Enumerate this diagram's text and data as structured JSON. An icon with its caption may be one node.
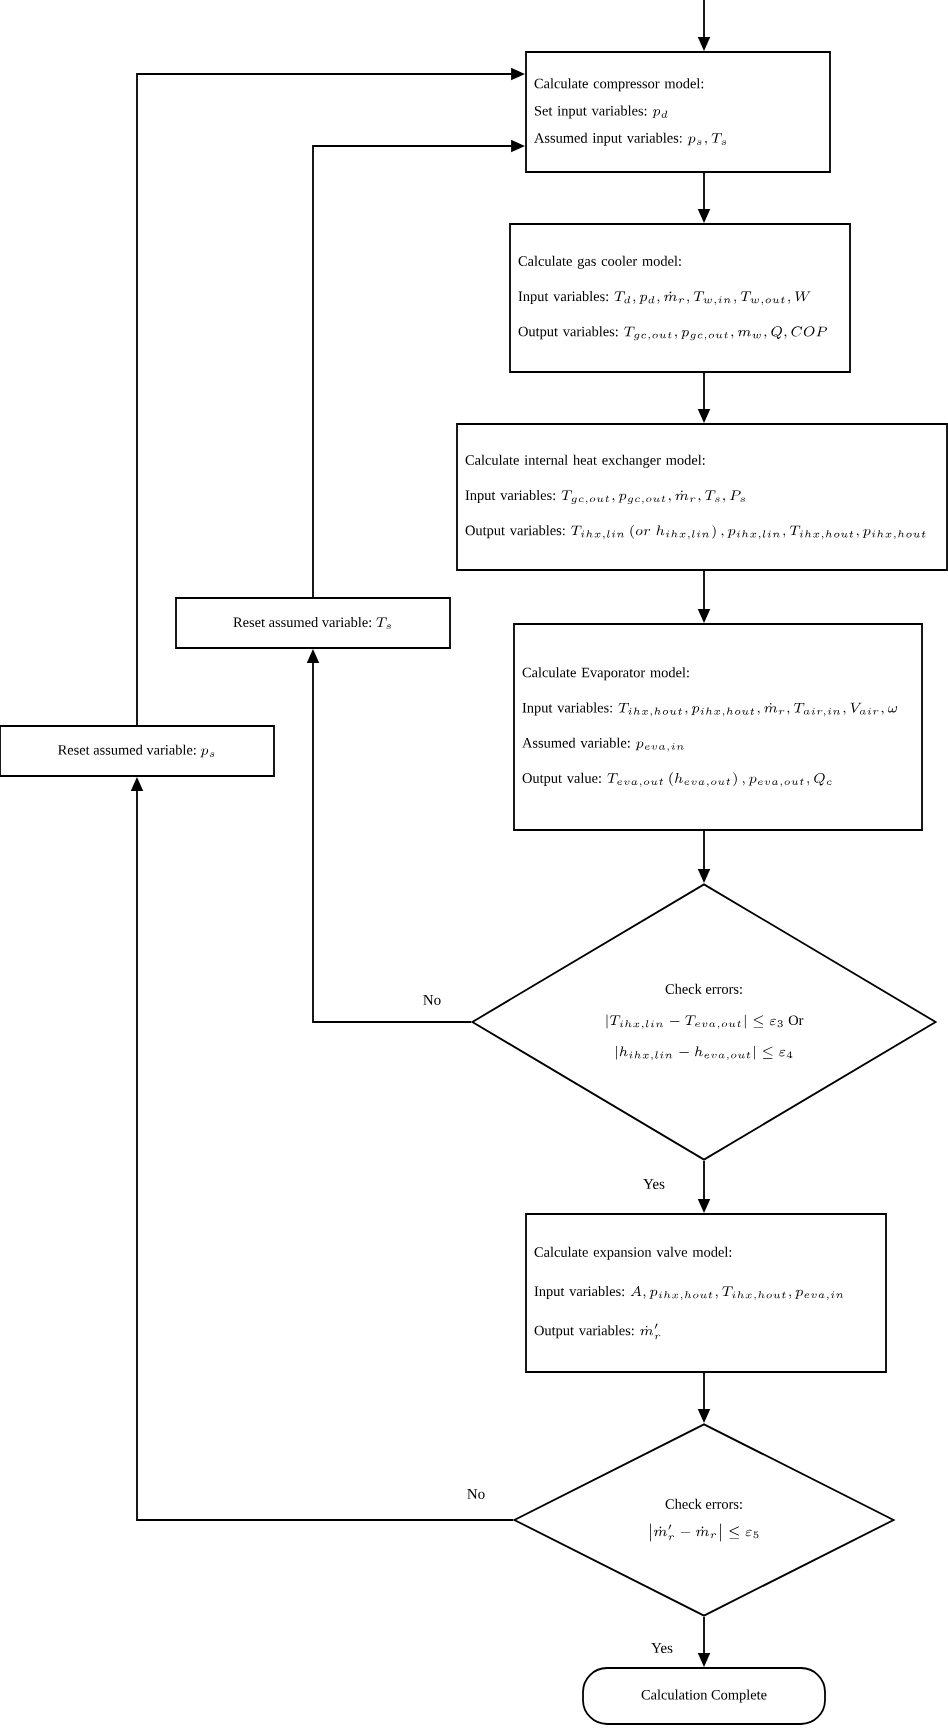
{
  "diagram": {
    "nodes": [
      {
        "text": [
          "Calculate compressor model:",
          "Set input variables:",
          "p_d",
          "Assumed input variables:",
          "p_s ,T_s"
        ]
      },
      {
        "text": [
          "Calculate gas cooler model:",
          "Input variables:",
          "T_d , p_d , \\dot{m}_r , T_{w,in} , T_{w,out} , W",
          "Output variables:",
          "T_{gc,out} , p_{gc,out} , m_w , Q , COP"
        ]
      },
      {
        "text": [
          "Calculate internal heat exchanger model:",
          "Input variables:",
          "T_{gc,out} , p_{gc,out} , \\dot{m}_r , T_s , P_s",
          "Output variables:",
          "T_{ihx,lin} \\left( or\\ h_{ihx,lin} \\right) , p_{ihx,lin} , T_{ihx,hout} , p_{ihx,hout}"
        ]
      },
      {
        "text": [
          "Calculate Evaporator model:",
          "Input variables:",
          "T_{ihx,hout} , p_{ihx,hout} , \\dot{m}_r , T_{air,in} , V_{air} , \\omega",
          "Assumed variable:",
          "p_{eva,in}",
          "Output value:",
          "T_{eva,out} \\left( h_{eva,out} \\right) , p_{eva,out} , Q_c"
        ]
      },
      {
        "text": [
          "Check errors:",
          "\\left| T_{ihx,lin} - T_{eva,out} \\right| \\le \\varepsilon_3",
          "Or",
          "\\left| h_{ihx,lin} - h_{eva,out} \\right| \\le \\varepsilon_4"
        ]
      },
      {
        "text": [
          "Calculate expansion valve model:",
          "Input variables:",
          "A , p_{ihx,hout} , T_{ihx,hout} , p_{eva,in}",
          "Output variables:",
          "\\dot{m}_r^{\\prime}"
        ]
      },
      {
        "text": [
          "Check errors:",
          "\\left| \\dot{m}_r^{\\prime} - \\dot{m}_r \\right| \\le \\varepsilon_5"
        ]
      },
      {
        "text": [
          "Calculation Complete"
        ]
      },
      {
        "text": [
          "Reset assumed variable:",
          "T_s"
        ]
      },
      {
        "text": [
          "Reset assumed variable:",
          "p_s"
        ]
      }
    ],
    "edges": [
      {
        "from": null,
        "to": 0,
        "arrow": "to"
      },
      {
        "from": 0,
        "to": 1,
        "arrow": "to"
      },
      {
        "from": 1,
        "to": 2,
        "arrow": "to"
      },
      {
        "from": 2,
        "to": 3,
        "arrow": "to"
      },
      {
        "from": 3,
        "to": 4,
        "arrow": "to"
      },
      {
        "from": 4,
        "to": 8,
        "arrow": "to",
        "label": "No"
      },
      {
        "from": 8,
        "to": 0,
        "arrow": "to"
      },
      {
        "from": 4,
        "to": 5,
        "arrow": "to",
        "label": "Yes"
      },
      {
        "from": 5,
        "to": 6,
        "arrow": "to"
      },
      {
        "from": 6,
        "to": 9,
        "arrow": "to",
        "label": "No"
      },
      {
        "from": 9,
        "to": 0,
        "arrow": "to"
      },
      {
        "from": 6,
        "to": 7,
        "arrow": "to",
        "label": "Yes"
      }
    ]
  }
}
